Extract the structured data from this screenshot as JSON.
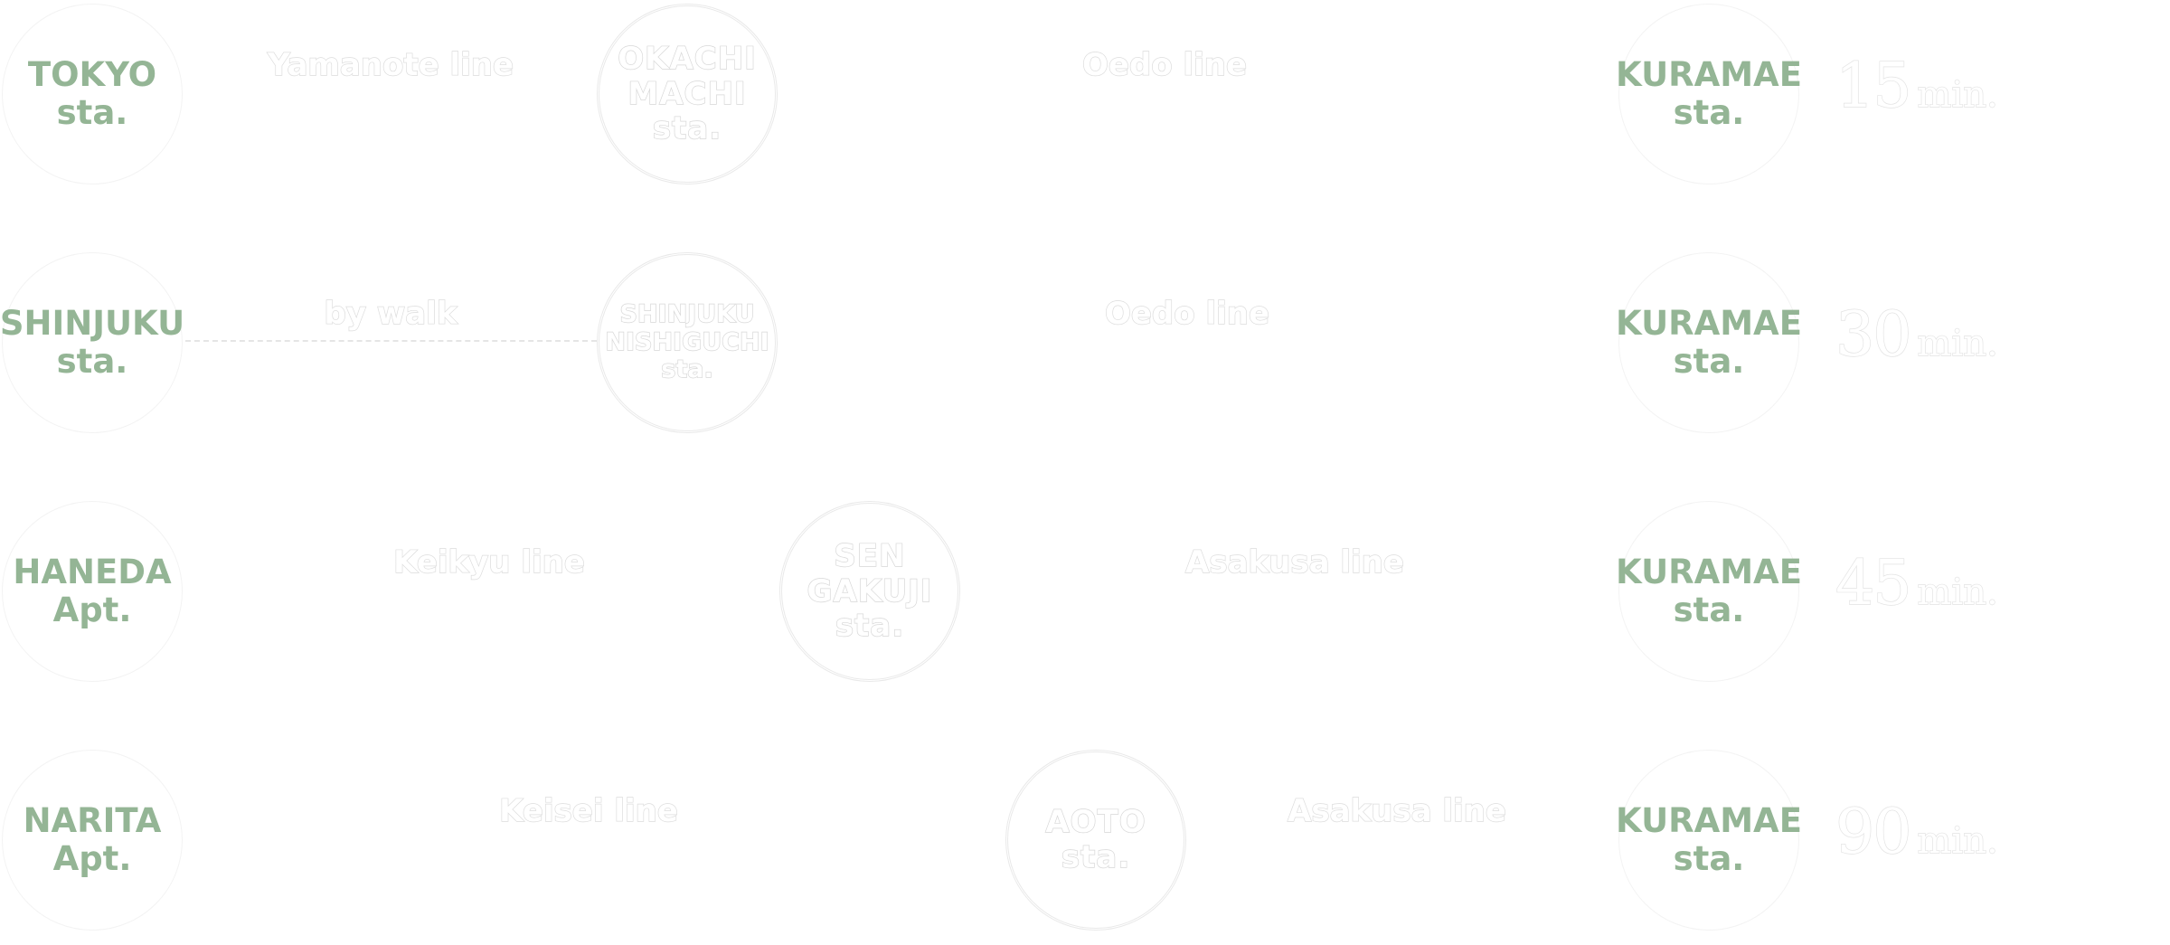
{
  "routes": [
    {
      "origin": [
        "TOKYO",
        "sta."
      ],
      "legs": [
        "Yamanote line",
        "Oedo line"
      ],
      "transfer": [
        "OKACHI",
        "MACHI",
        "sta."
      ],
      "destination": [
        "KURAMAE",
        "sta."
      ],
      "time": {
        "value": "15",
        "unit": "min."
      }
    },
    {
      "origin": [
        "SHINJUKU",
        "sta."
      ],
      "legs": [
        "by walk",
        "Oedo line"
      ],
      "transfer": [
        "SHINJUKU",
        "NISHIGUCHI",
        "sta."
      ],
      "destination": [
        "KURAMAE",
        "sta."
      ],
      "time": {
        "value": "30",
        "unit": "min."
      }
    },
    {
      "origin": [
        "HANEDA",
        "Apt."
      ],
      "legs": [
        "Keikyu line",
        "Asakusa line"
      ],
      "transfer": [
        "SEN",
        "GAKUJI",
        "sta."
      ],
      "destination": [
        "KURAMAE",
        "sta."
      ],
      "time": {
        "value": "45",
        "unit": "min."
      }
    },
    {
      "origin": [
        "NARITA",
        "Apt."
      ],
      "legs": [
        "Keisei line",
        "Asakusa line"
      ],
      "transfer": [
        "AOTO",
        "sta."
      ],
      "destination": [
        "KURAMAE",
        "sta."
      ],
      "time": {
        "value": "90",
        "unit": "min."
      }
    }
  ],
  "colors": {
    "station_text": "#94b595",
    "outline": "#dcdcdc",
    "background": "#ffffff"
  }
}
